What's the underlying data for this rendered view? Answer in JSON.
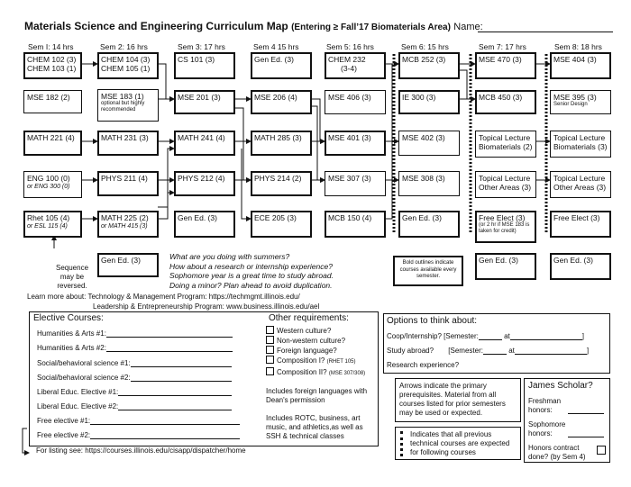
{
  "header": {
    "title": "Materials Science and Engineering Curriculum Map",
    "subtitle": "(Entering ≥ Fall’17 Biomaterials Area)",
    "name_label": "Name:"
  },
  "semesters": [
    {
      "label": "Sem I: 14 hrs"
    },
    {
      "label": "Sem 2:  16 hrs"
    },
    {
      "label": "Sem 3:  17 hrs"
    },
    {
      "label": "Sem 4  15 hrs"
    },
    {
      "label": "Sem 5:  16 hrs"
    },
    {
      "label": "Sem 6:  15 hrs"
    },
    {
      "label": "Sem 7:  17 hrs"
    },
    {
      "label": "Sem 8:  18 hrs"
    }
  ],
  "courses": {
    "s1r1a": "CHEM 102 (3)",
    "s1r1b": "CHEM 103 (1)",
    "s1r2": "MSE 182 (2)",
    "s1r3": "MATH 221  (4)",
    "s1r4": "ENG 100  (0)",
    "s1r4o": "or ENG 300 (0)",
    "s1r5": "Rhet 105  (4)",
    "s1r5o": "or ESL 115 (4)",
    "s2r1a": "CHEM 104 (3)",
    "s2r1b": "CHEM 105 (1)",
    "s2r2": "MSE 183 (1)",
    "s2r2n": "optional but highly recommended",
    "s2r3": "MATH 231 (3)",
    "s2r4": "PHYS 211  (4)",
    "s2r5": "MATH 225 (2)",
    "s2r5o": "or MATH 415 (3)",
    "s2r6": "Gen Ed.  (3)",
    "s3r1": "CS  101  (3)",
    "s3r2": "MSE 201 (3)",
    "s3r3": "MATH 241 (4)",
    "s3r4": "PHYS 212 (4)",
    "s3r5": "Gen Ed.  (3)",
    "s4r1": "Gen Ed.  (3)",
    "s4r2": "MSE 206 (4)",
    "s4r3": "MATH 285 (3)",
    "s4r4": "PHYS 214 (2)",
    "s4r5": "ECE 205 (3)",
    "s5r1a": "CHEM 232",
    "s5r1b": "(3-4)",
    "s5r2": "MSE 406 (3)",
    "s5r3": "MSE 401 (3)",
    "s5r4": "MSE 307 (3)",
    "s5r5": "MCB 150 (4)",
    "s6r1": "MCB 252 (3)",
    "s6r2": "IE 300 (3)",
    "s6r3": "MSE 402 (3)",
    "s6r4": "MSE 308  (3)",
    "s6r5": "Gen Ed.  (3)",
    "s7r1": "MSE 470 (3)",
    "s7r2": "MCB 450 (3)",
    "s7r3a": "Topical Lecture",
    "s7r3b": "Biomaterials (2)",
    "s7r4a": "Topical Lecture",
    "s7r4b": "Other Areas (3)",
    "s7r5": "Free Elect (3)",
    "s7r5n": "(or 2 hr if MSE 183 is taken for credit)",
    "s7r6": "Gen Ed.  (3)",
    "s8r1": "MSE 404 (3)",
    "s8r2": "MSE 395 (3)",
    "s8r2n": "Senior Design",
    "s8r3a": "Topical Lecture",
    "s8r3b": "Biomaterials (3)",
    "s8r4a": "Topical Lecture",
    "s8r4b": "Other Areas (3)",
    "s8r5": "Free Elect (3)",
    "s8r6": "Gen Ed.  (3)"
  },
  "notes": {
    "sequence": [
      "Sequence",
      "may be",
      "reversed."
    ],
    "summer": [
      "What are you doing with summers?",
      "How about a research or internship experience?",
      "Sophomore year is a great time to study abroad.",
      "Doing a minor?  Plan ahead to avoid duplication."
    ],
    "bold_outline": "Bold outlines indicate courses available every semester.",
    "learn_tm_label": "Learn more about: Technology & Management Program:",
    "learn_tm_url": "https://techmgmt.illinois.edu/",
    "learn_le_label": "Leadership & Entrepreneurship Program:",
    "learn_le_url": "www.business.illinois.edu/ael"
  },
  "electives": {
    "heading": "Elective Courses:",
    "rows": [
      "Humanities & Arts #1:",
      "Humanities & Arts #2:",
      "Social/behavioral science #1:",
      "Social/behavioral science #2:",
      "Liberal Educ. Elective #1:",
      "Liberal Educ. Elective #2:",
      "Free elective #1:",
      "Free elective #2:"
    ],
    "liberal_note": "Includes foreign languages with Dean's permission",
    "free_note": "Includes ROTC, business, art music, and athletics,as well as SSH & technical classes",
    "listing_label": "For listing see:",
    "listing_url": "https://courses.illinois.edu/cisapp/dispatcher/home"
  },
  "other_req": {
    "heading": "Other requirements:",
    "items": [
      {
        "label": "Western culture?",
        "small": ""
      },
      {
        "label": "Non-western culture?",
        "small": ""
      },
      {
        "label": "Foreign language?",
        "small": ""
      },
      {
        "label": "Composition I?",
        "small": "(RHET 105)"
      },
      {
        "label": "Composition II?",
        "small": "(MSE 307/308)"
      }
    ]
  },
  "options": {
    "heading": "Options to think about:",
    "coop": "Coop/Internship?",
    "study": "Study abroad?",
    "research": "Research experience?",
    "semester": "[Semester:",
    "at": "at",
    "close": "]"
  },
  "legend": {
    "arrows": "Arrows indicate the primary prerequisites.  Material from all courses listed for prior semesters may be used or expected.",
    "dots": "Indicates that all previous technical courses are expected for following courses"
  },
  "james": {
    "heading": "James Scholar?",
    "freshman": "Freshman honors:",
    "sophomore": "Sophomore honors:",
    "contract": "Honors contract done? (by Sem 4)"
  }
}
